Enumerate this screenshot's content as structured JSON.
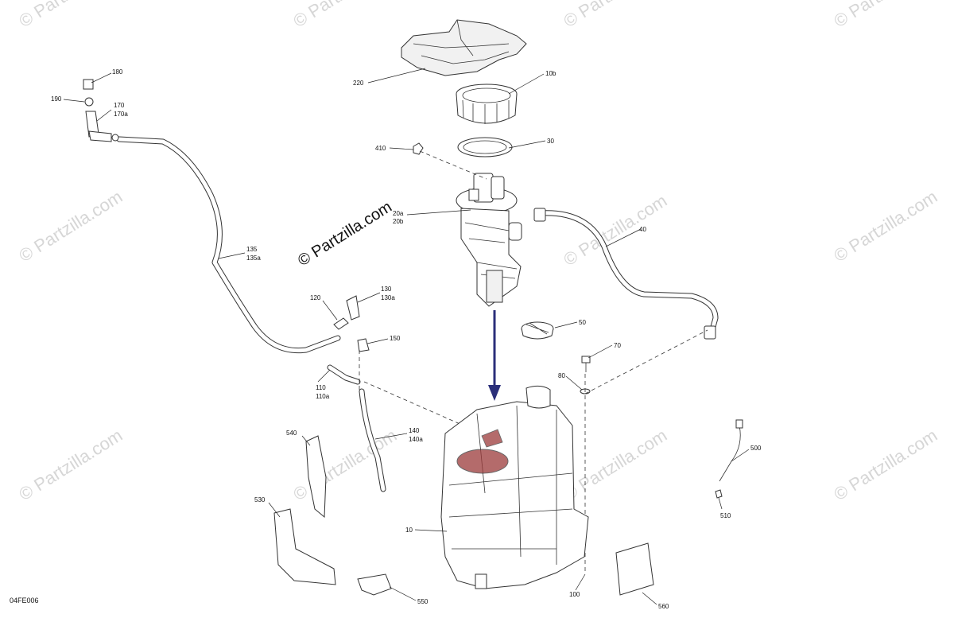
{
  "diagram": {
    "code": "04FE006",
    "brand_text": "© Partzilla.com",
    "watermark_text": "© Partzilla.com",
    "arrow_color": "#2b2f7a",
    "highlight_color": "#9b3a3a",
    "callouts": {
      "c220": "220",
      "c10b": "10b",
      "c30": "30",
      "c410": "410",
      "c20a": "20a",
      "c20b": "20b",
      "c180": "180",
      "c190": "190",
      "c170": "170",
      "c170a": "170a",
      "c135": "135",
      "c135a": "135a",
      "c40": "40",
      "c130": "130",
      "c130a": "130a",
      "c120": "120",
      "c150": "150",
      "c50": "50",
      "c70": "70",
      "c80": "80",
      "c110": "110",
      "c110a": "110a",
      "c140": "140",
      "c140a": "140a",
      "c540": "540",
      "c500": "500",
      "c530": "530",
      "c510": "510",
      "c10": "10",
      "c100": "100",
      "c550": "550",
      "c560": "560"
    }
  }
}
